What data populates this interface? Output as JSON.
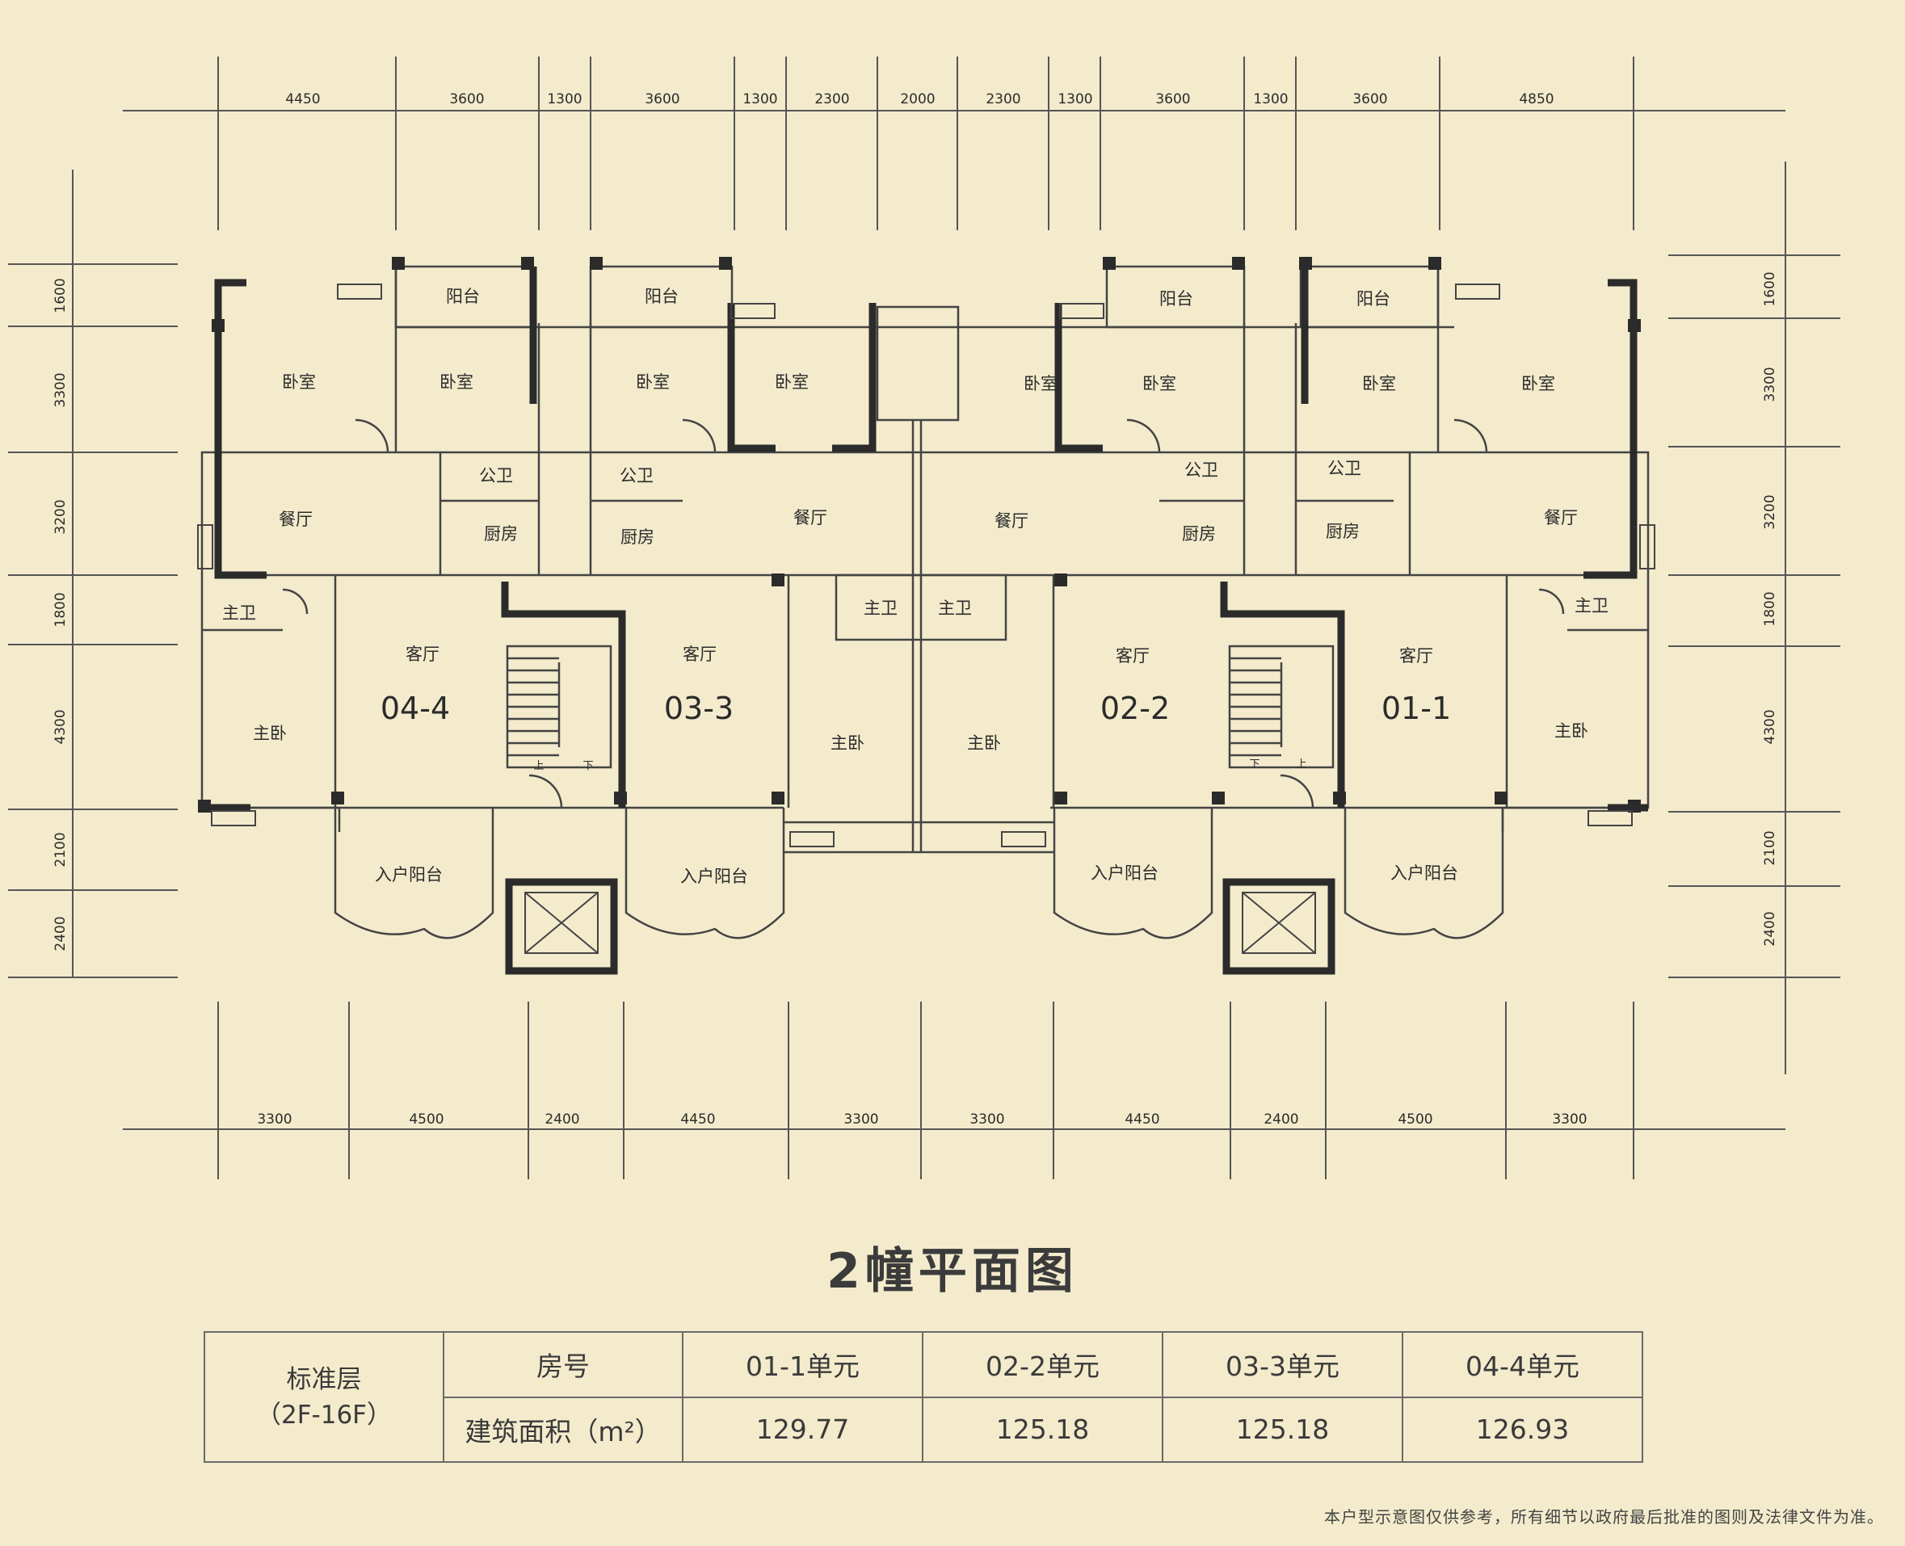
{
  "dimensions": {
    "top": [
      "4450",
      "3600",
      "1300",
      "3600",
      "1300",
      "2300",
      "2000",
      "2300",
      "1300",
      "3600",
      "1300",
      "3600",
      "4850"
    ],
    "bottom": [
      "3300",
      "4500",
      "2400",
      "4450",
      "3300",
      "3300",
      "4450",
      "2400",
      "4500",
      "3300"
    ],
    "left": [
      "1600",
      "3300",
      "3200",
      "1800",
      "4300",
      "2100",
      "2400"
    ],
    "right": [
      "1600",
      "3300",
      "3200",
      "1800",
      "4300",
      "2100",
      "2400"
    ]
  },
  "rooms": {
    "balcony": "阳台",
    "bedroom": "卧室",
    "dining": "餐厅",
    "public_wc": "公卫",
    "kitchen": "厨房",
    "master_wc": "主卫",
    "living": "客厅",
    "master_bedroom": "主卧",
    "entry_balcony": "入户阳台",
    "stair_up": "上",
    "stair_down": "下"
  },
  "units": {
    "u44": "04-4",
    "u33": "03-3",
    "u22": "02-2",
    "u11": "01-1"
  },
  "title": "2幢平面图",
  "table": {
    "floor_label": "标准层",
    "floor_range": "（2F-16F）",
    "room_no_label": "房号",
    "area_label": "建筑面积（m²）",
    "headers": [
      "01-1单元",
      "02-2单元",
      "03-3单元",
      "04-4单元"
    ],
    "areas": [
      "129.77",
      "125.18",
      "125.18",
      "126.93"
    ]
  },
  "disclaimer": "本户型示意图仅供参考，所有细节以政府最后批准的图则及法律文件为准。",
  "colors": {
    "background": "#f3ebcc",
    "wall": "#2b2b2b",
    "line": "#555555"
  }
}
